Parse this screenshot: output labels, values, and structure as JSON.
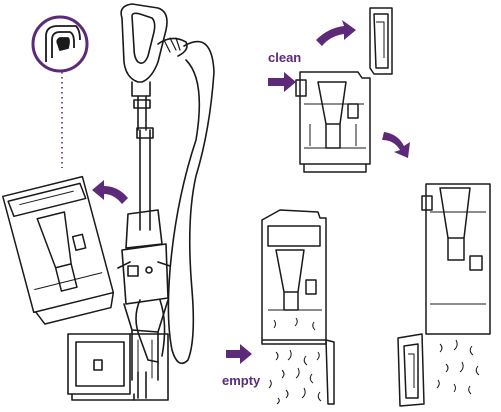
{
  "labels": {
    "clean": "clean",
    "empty": "empty"
  },
  "colors": {
    "line": "#1a1a1a",
    "accent": "#5c2a78",
    "background": "#ffffff"
  },
  "illustrations": [
    "vacuum-upright",
    "latch-detail-callout",
    "dust-cup-detached",
    "filter-cleaning",
    "dust-cup-open-emptying",
    "dust-cup-bottom-open"
  ]
}
